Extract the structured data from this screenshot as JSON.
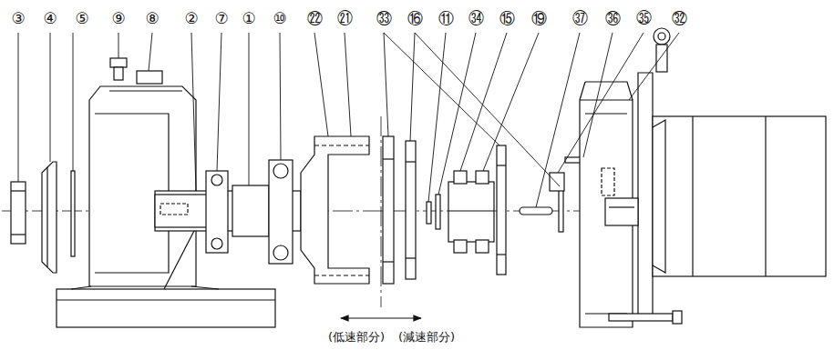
{
  "diagram": {
    "labels": [
      "③",
      "④",
      "⑤",
      "⑨",
      "⑧",
      "②",
      "⑦",
      "①",
      "⑩",
      "㉒",
      "㉑",
      "㉝",
      "⑯",
      "⑪",
      "㉞",
      "⑮",
      "⑲",
      "㊲",
      "㊱",
      "㉟",
      "㉜",
      "(低速部分)",
      "(減速部分)"
    ]
  }
}
